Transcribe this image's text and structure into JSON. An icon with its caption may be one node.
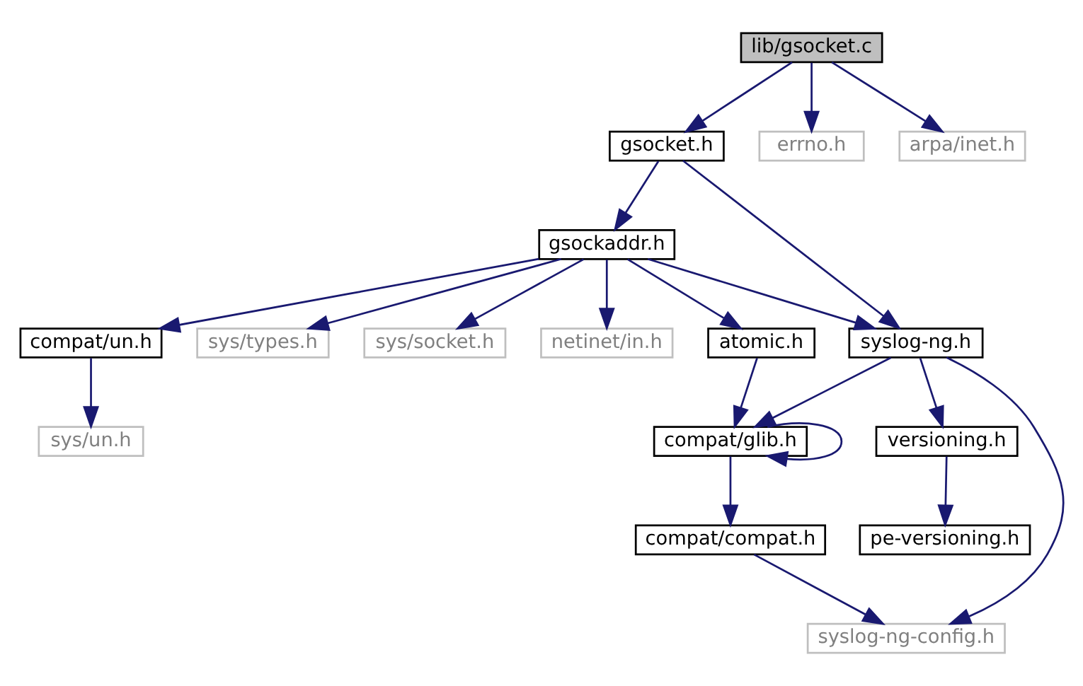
{
  "diagram": {
    "nodes": [
      {
        "text": [
          "lib/gsocket.c"
        ]
      },
      {
        "text": [
          "gsocket.h"
        ]
      },
      {
        "text": [
          "errno.h"
        ]
      },
      {
        "text": [
          "arpa/inet.h"
        ]
      },
      {
        "text": [
          "gsockaddr.h"
        ]
      },
      {
        "text": [
          "compat/un.h"
        ]
      },
      {
        "text": [
          "sys/types.h"
        ]
      },
      {
        "text": [
          "sys/socket.h"
        ]
      },
      {
        "text": [
          "netinet/in.h"
        ]
      },
      {
        "text": [
          "atomic.h"
        ]
      },
      {
        "text": [
          "syslog-ng.h"
        ]
      },
      {
        "text": [
          "sys/un.h"
        ]
      },
      {
        "text": [
          "compat/glib.h"
        ]
      },
      {
        "text": [
          "versioning.h"
        ]
      },
      {
        "text": [
          "compat/compat.h"
        ]
      },
      {
        "text": [
          "pe-versioning.h"
        ]
      },
      {
        "text": [
          "syslog-ng-config.h"
        ]
      }
    ],
    "edges": [
      {
        "from": 0,
        "to": 1,
        "arrow": "to"
      },
      {
        "from": 0,
        "to": 2,
        "arrow": "to"
      },
      {
        "from": 0,
        "to": 3,
        "arrow": "to"
      },
      {
        "from": 1,
        "to": 4,
        "arrow": "to"
      },
      {
        "from": 1,
        "to": 10,
        "arrow": "to"
      },
      {
        "from": 4,
        "to": 5,
        "arrow": "to"
      },
      {
        "from": 4,
        "to": 6,
        "arrow": "to"
      },
      {
        "from": 4,
        "to": 7,
        "arrow": "to"
      },
      {
        "from": 4,
        "to": 8,
        "arrow": "to"
      },
      {
        "from": 4,
        "to": 9,
        "arrow": "to"
      },
      {
        "from": 4,
        "to": 10,
        "arrow": "to"
      },
      {
        "from": 5,
        "to": 11,
        "arrow": "to"
      },
      {
        "from": 9,
        "to": 12,
        "arrow": "to"
      },
      {
        "from": 10,
        "to": 12,
        "arrow": "to"
      },
      {
        "from": 10,
        "to": 13,
        "arrow": "to"
      },
      {
        "from": 10,
        "to": 16,
        "arrow": "to"
      },
      {
        "from": 12,
        "to": 12,
        "arrow": "to"
      },
      {
        "from": 12,
        "to": 14,
        "arrow": "to"
      },
      {
        "from": 13,
        "to": 15,
        "arrow": "to"
      },
      {
        "from": 14,
        "to": 16,
        "arrow": "to"
      }
    ]
  }
}
